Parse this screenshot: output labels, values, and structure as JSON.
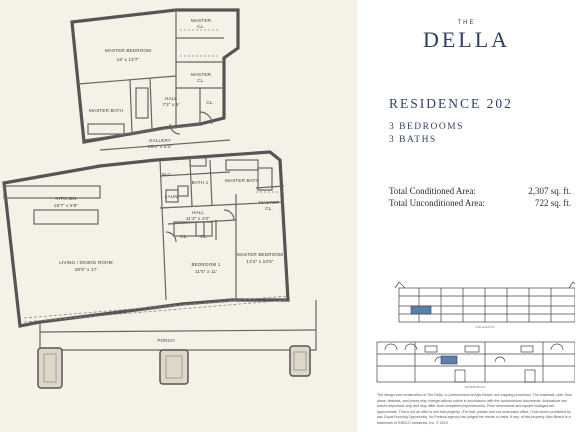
{
  "brand": {
    "small": "THE",
    "name": "DELLA"
  },
  "residence": {
    "title": "RESIDENCE 202",
    "bedrooms": "3 BEDROOMS",
    "baths": "3 BATHS"
  },
  "areas": [
    {
      "label": "Total Conditioned Area:",
      "value": "2,307 sq. ft."
    },
    {
      "label": "Total Unconditioned Area:",
      "value": "722 sq. ft."
    }
  ],
  "elevations": {
    "north": "N ELEVATION",
    "waterfront": "WATERFRONT"
  },
  "disclaimer": "The design and construction of The Della, a Condominium at Alys Beach, are ongoing processes. The materials, plan, floor plans, features, and prices may change without notice in accordance with the condominium documents. Illustrations are artist's depictions only and may differ from completed improvements. Floor dimensions and square footages are approximate. This is not an offer to sell real property. (For that, please visit our local sales office.) Void where prohibited by law. Equal Housing Opportunity. No Federal agency has judged the merits or value, if any, of this property. Alys Beach is a trademark of EBSCO Industries, Inc. © 2019",
  "rooms": {
    "master_bedroom": "MASTER BEDROOM",
    "master_bedroom_dim": "19' x 13'7\"",
    "master_cl_1": "MASTER",
    "master_cl_1b": "CL.",
    "master_cl_2": "MASTER",
    "master_cl_2b": "CL.",
    "cl_1": "CL.",
    "master_bath_1": "MASTER BATH",
    "hall_1": "HALL",
    "hall_1_dim": "7'2\" x 6'",
    "gallery": "GALLERY",
    "gallery_dim": "26'4\" x 5'4\"",
    "kitchen": "KITCHEN",
    "kitchen_dim": "18'7\" x 8'6\"",
    "wic": "W.C.",
    "bath_1": "BATH 1",
    "laun": "LAUN.",
    "hall_2": "HALL",
    "hall_2_dim": "11'3\" x 4'0\"",
    "master_bath_2": "MASTER BATH",
    "master_cl_3": "MASTER",
    "master_cl_3b": "CL.",
    "cl_2": "CL.",
    "cl_3": "CL.",
    "living": "LIVING / DINING ROOM",
    "living_dim": "28'9\" x 17'",
    "bedroom_1": "BEDROOM 1",
    "bedroom_1_dim": "11'5\" x 11'",
    "master_bedroom_2": "MASTER BEDROOM",
    "master_bedroom_2_dim": "13'2\" x 10'6\"",
    "porch": "PORCH"
  }
}
